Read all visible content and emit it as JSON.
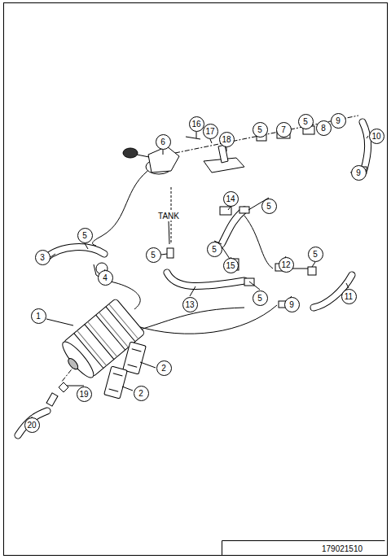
{
  "diagram": {
    "labels": [
      "16",
      "17",
      "18",
      "6",
      "5",
      "7",
      "5",
      "8",
      "9",
      "10",
      "9",
      "14",
      "5",
      "TANK",
      "5",
      "5",
      "15",
      "12",
      "5",
      "5",
      "3",
      "4",
      "13",
      "5",
      "9",
      "11",
      "1",
      "2",
      "2",
      "19",
      "20",
      "179021510"
    ]
  }
}
